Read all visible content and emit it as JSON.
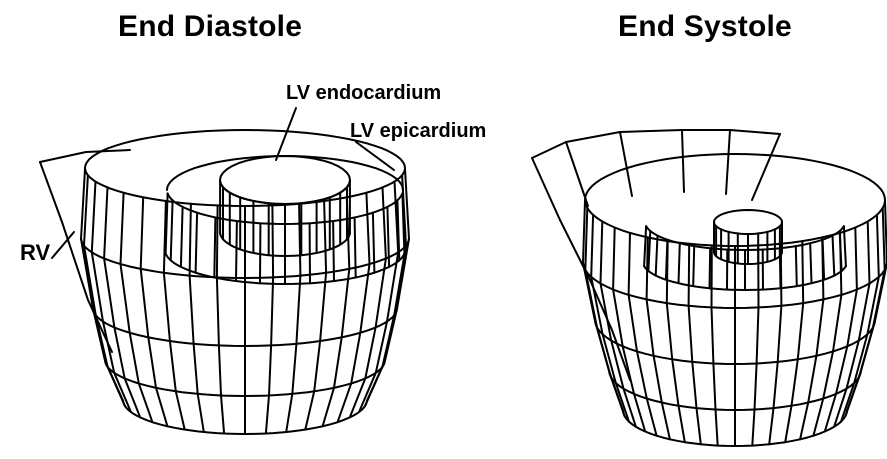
{
  "figure": {
    "titles": {
      "diastole": "End Diastole",
      "systole": "End Systole"
    },
    "labels": {
      "lv_endocardium": "LV endocardium",
      "lv_epicardium": "LV epicardium",
      "rv": "RV"
    }
  }
}
